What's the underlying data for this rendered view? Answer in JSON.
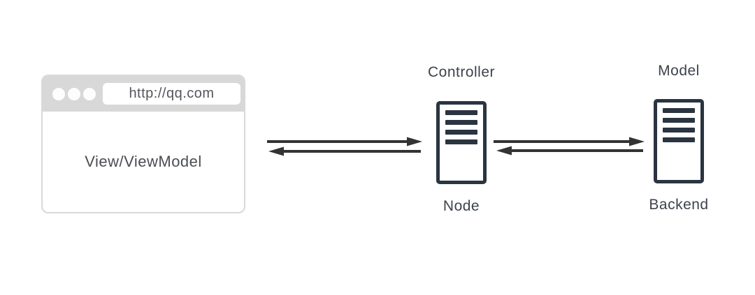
{
  "browser": {
    "url": "http://qq.com",
    "body_label": "View/ViewModel"
  },
  "node_server": {
    "top_label": "Controller",
    "bottom_label": "Node"
  },
  "backend_server": {
    "top_label": "Model",
    "bottom_label": "Backend"
  },
  "colors": {
    "background": "#ffffff",
    "browser_chrome": "#d8d8d8",
    "url_text": "#53565c",
    "view_text": "#4a4d52",
    "server_ink": "#2b3441",
    "label_text": "#3d434c",
    "arrow": "#333333"
  }
}
